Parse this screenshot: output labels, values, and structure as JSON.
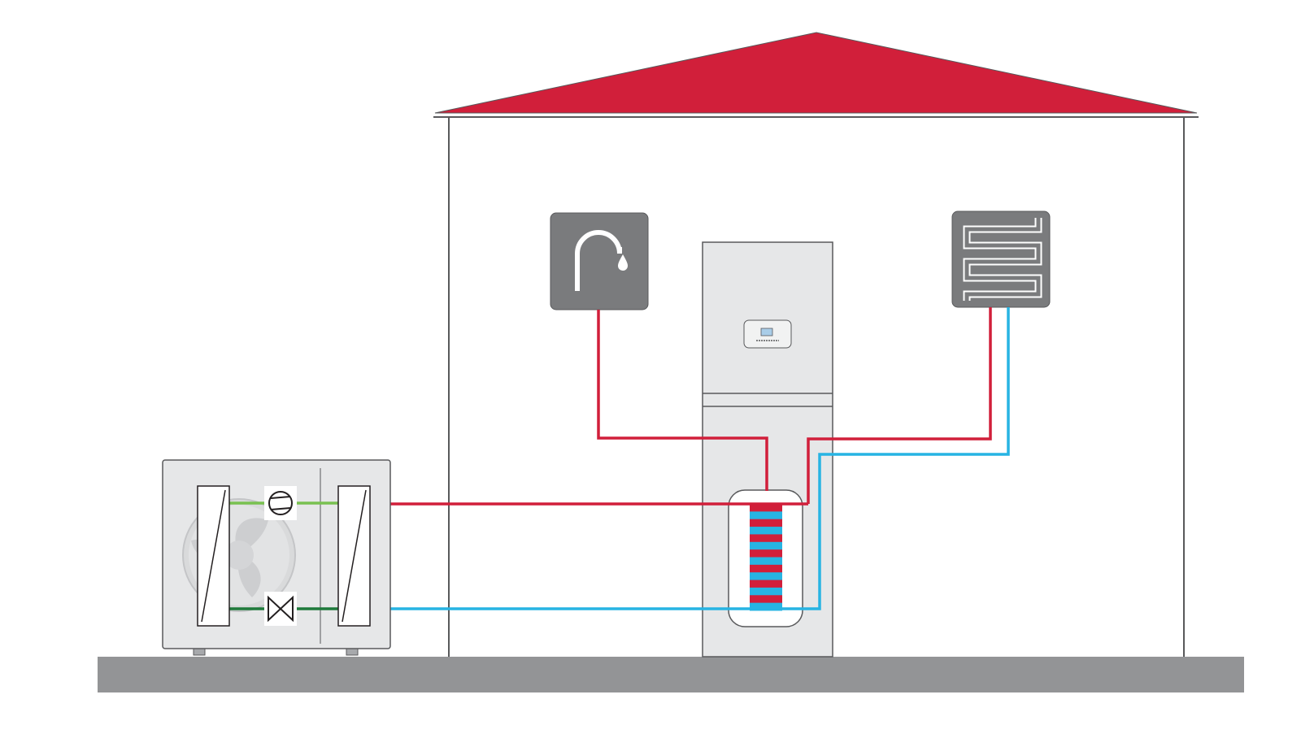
{
  "colors": {
    "background": "#ffffff",
    "roof": "#d11f3a",
    "ground": "#939496",
    "wall_outline": "#58595b",
    "appliance_fill": "#e6e7e8",
    "appliance_outline": "#58595b",
    "icon_tile": "#7a7b7d",
    "icon_glyph": "#ffffff",
    "hot_pipe": "#d11f3a",
    "cold_pipe": "#27b4e3",
    "refrigerant_light": "#79c150",
    "refrigerant_dark": "#1f7a3b",
    "fan_ghost": "#d1d2d4",
    "panel_screen": "#a9cde8"
  },
  "components": {
    "outdoor_unit": {
      "icon": "outdoor-heat-pump-unit",
      "parts": [
        "fan-icon",
        "evaporator-icon",
        "compressor-icon",
        "expansion-valve-icon",
        "condenser-icon"
      ]
    },
    "indoor_unit": {
      "icon": "indoor-tower-unit",
      "parts": [
        "control-panel-icon",
        "hot-water-cylinder-icon",
        "storage-stripes"
      ]
    },
    "tap": {
      "icon": "tap-water-icon"
    },
    "heating": {
      "icon": "underfloor-heating-icon"
    }
  },
  "tank_stripes": [
    "hot",
    "cold",
    "hot",
    "cold",
    "hot",
    "cold",
    "hot",
    "cold",
    "hot",
    "cold",
    "hot",
    "cold",
    "hot",
    "cold"
  ]
}
